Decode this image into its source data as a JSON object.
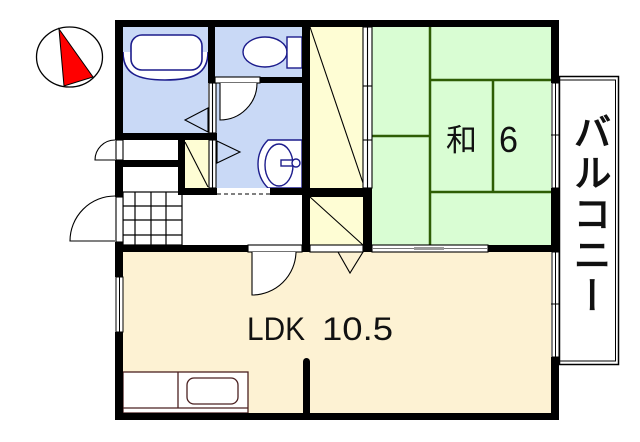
{
  "plan": {
    "compass": {
      "icon": "north-arrow-compass-icon",
      "needle_color": "#ff0000"
    },
    "rooms": {
      "ldk": {
        "label": "LDK",
        "size": "10.5"
      },
      "washitsu": {
        "label": "和",
        "size": "6"
      },
      "balcony": {
        "label": "バルコニー"
      }
    },
    "fixtures": {
      "bathtub": "bathtub-icon",
      "toilet": "toilet-icon",
      "washbasin": "washbasin-icon",
      "kitchen_counter": "kitchen-sink-icon",
      "entrance_tiles": "genkan-tile-icon"
    }
  },
  "colors": {
    "wet_area": "#c9d9f6",
    "storage": "#fefdd4",
    "tatami": "#d9fdd3",
    "tatami_line": "#2e5d05",
    "ldk_floor": "#fdf2d3",
    "wall": "#000000",
    "fixture_outline": "#1c1c8c",
    "kitchen_outline": "#4a2020"
  }
}
